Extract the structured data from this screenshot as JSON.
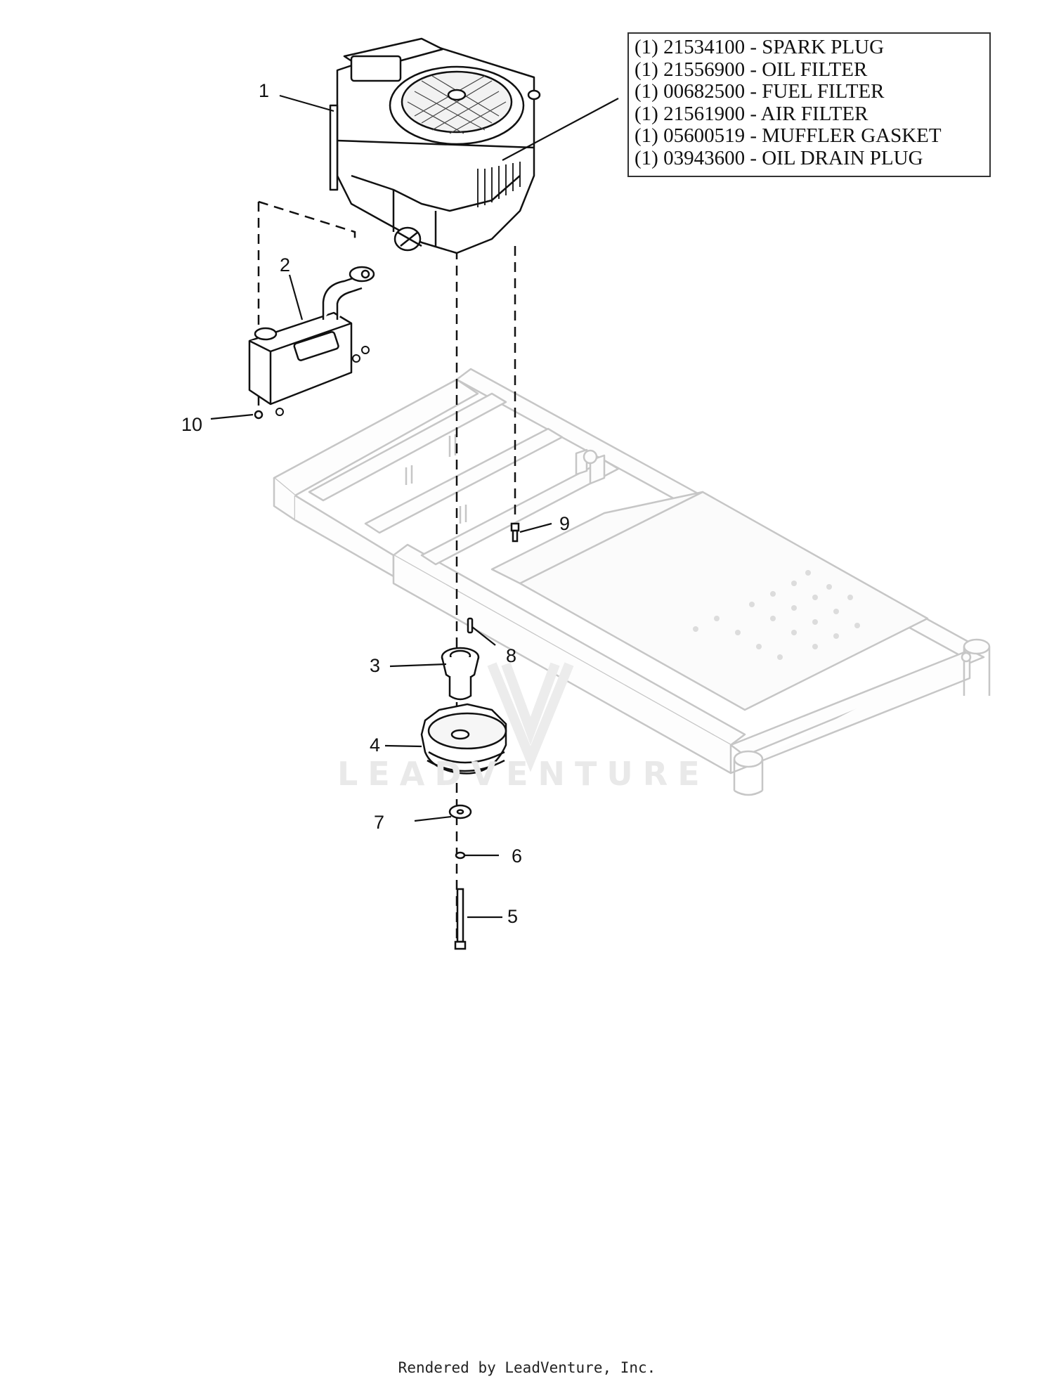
{
  "kit_box": {
    "lines": [
      "(1) 21534100 - SPARK PLUG",
      "(1) 21556900 - OIL FILTER",
      "(1) 00682500 - FUEL FILTER",
      "(1) 21561900 - AIR FILTER",
      "(1) 05600519 - MUFFLER GASKET",
      "(1) 03943600 - OIL DRAIN PLUG"
    ]
  },
  "callouts": {
    "c1": "1",
    "c2": "2",
    "c3": "3",
    "c4": "4",
    "c5": "5",
    "c6": "6",
    "c7": "7",
    "c8": "8",
    "c9": "9",
    "c10": "10"
  },
  "watermark": "LEADVENTURE",
  "footer": "Rendered by LeadVenture, Inc."
}
